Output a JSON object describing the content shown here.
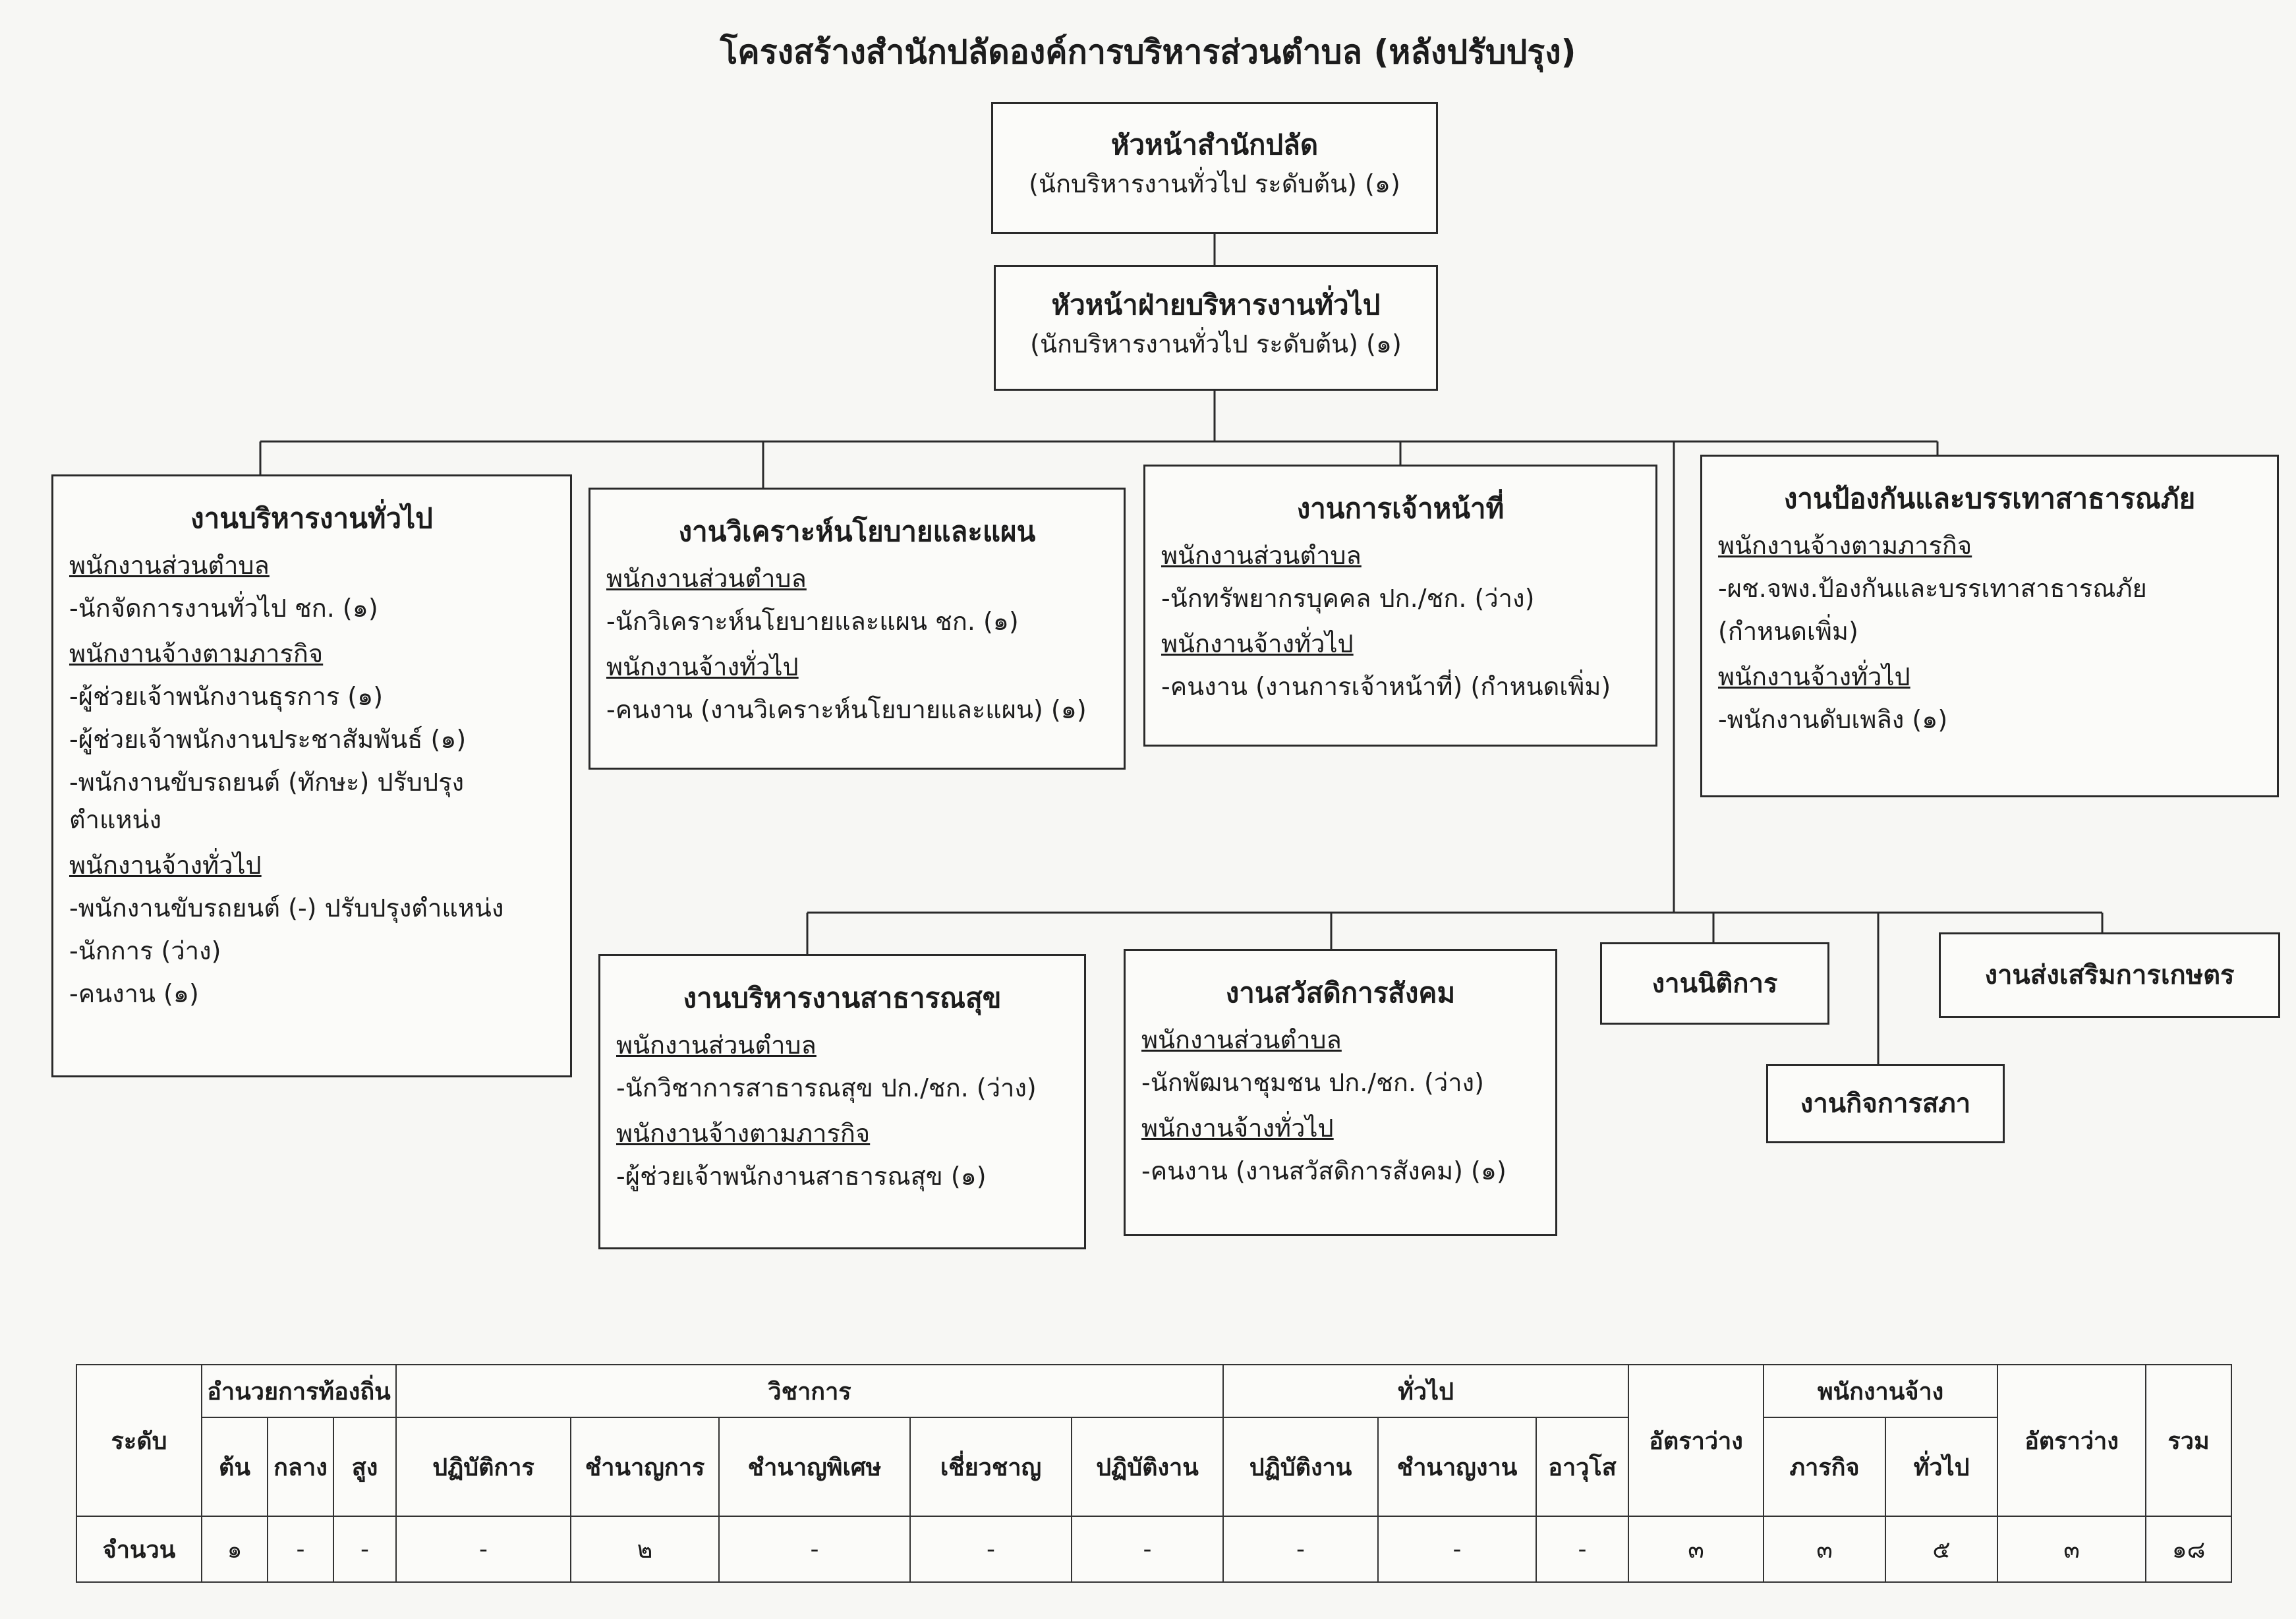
{
  "title": "โครงสร้างสำนักปลัดองค์การบริหารส่วนตำบล (หลังปรับปรุง)",
  "head": {
    "title": "หัวหน้าสำนักปลัด",
    "subtitle": "(นักบริหารงานทั่วไป ระดับต้น) (๑)"
  },
  "admin_head": {
    "title": "หัวหน้าฝ่ายบริหารงานทั่วไป",
    "subtitle": "(นักบริหารงานทั่วไป ระดับต้น) (๑)"
  },
  "units": {
    "general": {
      "title": "งานบริหารงานทั่วไป",
      "lines": [
        {
          "type": "sec",
          "text": "พนักงานส่วนตำบล"
        },
        {
          "type": "item",
          "text": "-นักจัดการงานทั่วไป ชก. (๑)"
        },
        {
          "type": "sec",
          "text": "พนักงานจ้างตามภารกิจ"
        },
        {
          "type": "item",
          "text": "-ผู้ช่วยเจ้าพนักงานธุรการ (๑)"
        },
        {
          "type": "item",
          "text": "-ผู้ช่วยเจ้าพนักงานประชาสัมพันธ์ (๑)"
        },
        {
          "type": "item",
          "text": "-พนักงานขับรถยนต์ (ทักษะ) ปรับปรุงตำแหน่ง"
        },
        {
          "type": "sec",
          "text": "พนักงานจ้างทั่วไป"
        },
        {
          "type": "item",
          "text": "-พนักงานขับรถยนต์ (-) ปรับปรุงตำแหน่ง"
        },
        {
          "type": "item",
          "text": "-นักการ (ว่าง)"
        },
        {
          "type": "item",
          "text": "-คนงาน (๑)"
        }
      ]
    },
    "policy": {
      "title": "งานวิเคราะห์นโยบายและแผน",
      "lines": [
        {
          "type": "sec",
          "text": "พนักงานส่วนตำบล"
        },
        {
          "type": "item",
          "text": "-นักวิเคราะห์นโยบายและแผน ชก. (๑)"
        },
        {
          "type": "sec",
          "text": "พนักงานจ้างทั่วไป"
        },
        {
          "type": "item",
          "text": "-คนงาน (งานวิเคราะห์นโยบายและแผน) (๑)"
        }
      ]
    },
    "personnel": {
      "title": "งานการเจ้าหน้าที่",
      "lines": [
        {
          "type": "sec",
          "text": "พนักงานส่วนตำบล"
        },
        {
          "type": "item",
          "text": "-นักทรัพยากรบุคคล ปก./ชก. (ว่าง)"
        },
        {
          "type": "sec",
          "text": "พนักงานจ้างทั่วไป"
        },
        {
          "type": "item",
          "text": "-คนงาน (งานการเจ้าหน้าที่) (กำหนดเพิ่ม)"
        }
      ]
    },
    "disaster": {
      "title": "งานป้องกันและบรรเทาสาธารณภัย",
      "lines": [
        {
          "type": "sec",
          "text": "พนักงานจ้างตามภารกิจ"
        },
        {
          "type": "item",
          "text": "-ผช.จพง.ป้องกันและบรรเทาสาธารณภัย"
        },
        {
          "type": "item",
          "text": "(กำหนดเพิ่ม)"
        },
        {
          "type": "sec",
          "text": "พนักงานจ้างทั่วไป"
        },
        {
          "type": "item",
          "text": "-พนักงานดับเพลิง (๑)"
        }
      ]
    },
    "health": {
      "title": "งานบริหารงานสาธารณสุข",
      "lines": [
        {
          "type": "sec",
          "text": "พนักงานส่วนตำบล"
        },
        {
          "type": "item",
          "text": "-นักวิชาการสาธารณสุข ปก./ชก. (ว่าง)"
        },
        {
          "type": "sec",
          "text": "พนักงานจ้างตามภารกิจ"
        },
        {
          "type": "item",
          "text": "-ผู้ช่วยเจ้าพนักงานสาธารณสุข (๑)"
        }
      ]
    },
    "welfare": {
      "title": "งานสวัสดิการสังคม",
      "lines": [
        {
          "type": "sec",
          "text": "พนักงานส่วนตำบล"
        },
        {
          "type": "item",
          "text": "-นักพัฒนาชุมชน ปก./ชก. (ว่าง)"
        },
        {
          "type": "sec",
          "text": "พนักงานจ้างทั่วไป"
        },
        {
          "type": "item",
          "text": "-คนงาน (งานสวัสดิการสังคม) (๑)"
        }
      ]
    },
    "legal": {
      "title": "งานนิติการ"
    },
    "agri": {
      "title": "งานส่งเสริมการเกษตร"
    },
    "council": {
      "title": "งานกิจการสภา"
    }
  },
  "table": {
    "level": "ระดับ",
    "local_admin": "อำนวยการท้องถิ่น",
    "academic": "วิชาการ",
    "general": "ทั่วไป",
    "vacancy": "อัตราว่าง",
    "employee": "พนักงานจ้าง",
    "vacancy2": "อัตราว่าง",
    "total": "รวม",
    "sub": {
      "ton": "ต้น",
      "klang": "กลาง",
      "sung": "สูง",
      "pt": "ปฏิบัติการ",
      "cn": "ชำนาญการ",
      "cnp": "ชำนาญพิเศษ",
      "cc": "เชี่ยวชาญ",
      "pg": "ปฏิบัติงาน",
      "pg2": "ปฏิบัติงาน",
      "cng": "ชำนาญงาน",
      "av": "อาวุโส",
      "mission": "ภารกิจ",
      "tg": "ทั่วไป"
    },
    "row_label": "จำนวน",
    "values": [
      "๑",
      "-",
      "-",
      "-",
      "๒",
      "-",
      "-",
      "-",
      "-",
      "-",
      "-",
      "๓",
      "๓",
      "๕",
      "๓",
      "๑๘"
    ]
  }
}
